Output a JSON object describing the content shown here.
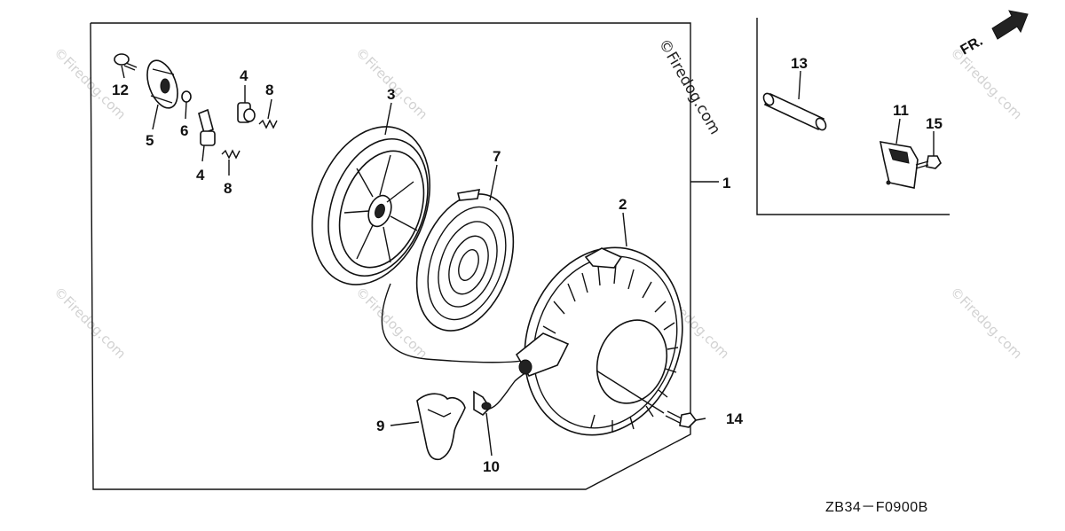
{
  "diagram": {
    "callouts": [
      {
        "id": "1",
        "label": "1"
      },
      {
        "id": "2",
        "label": "2"
      },
      {
        "id": "3",
        "label": "3"
      },
      {
        "id": "4a",
        "label": "4"
      },
      {
        "id": "4b",
        "label": "4"
      },
      {
        "id": "5",
        "label": "5"
      },
      {
        "id": "6",
        "label": "6"
      },
      {
        "id": "7",
        "label": "7"
      },
      {
        "id": "8a",
        "label": "8"
      },
      {
        "id": "8b",
        "label": "8"
      },
      {
        "id": "9",
        "label": "9"
      },
      {
        "id": "10",
        "label": "10"
      },
      {
        "id": "11",
        "label": "11"
      },
      {
        "id": "12",
        "label": "12"
      },
      {
        "id": "13",
        "label": "13"
      },
      {
        "id": "14",
        "label": "14"
      },
      {
        "id": "15",
        "label": "15"
      }
    ],
    "watermark_text": "©Firedog.com",
    "direction_label": "FR.",
    "drawing_code": "ZB34－F0900B"
  }
}
